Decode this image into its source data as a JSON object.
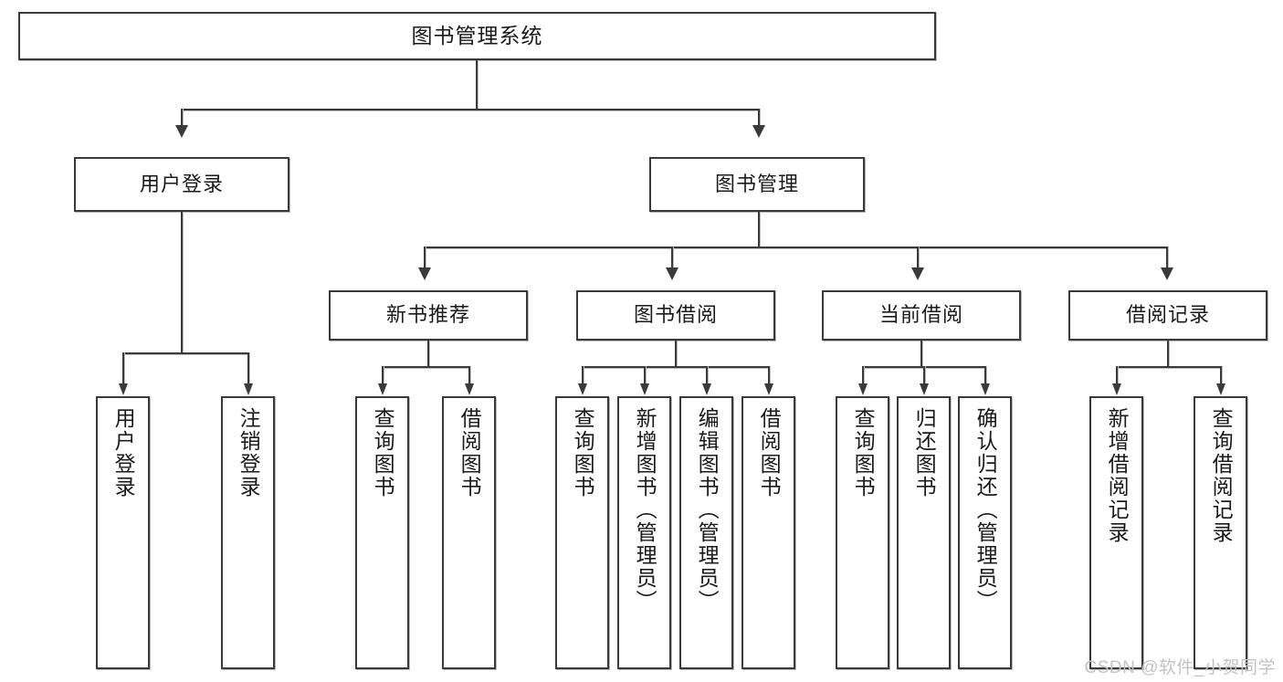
{
  "diagram": {
    "type": "tree-hierarchy-functional-decomposition",
    "title": "图书管理系统",
    "watermark": "CSDN @软件_小贺同学",
    "colors": {
      "stroke": "#3a3a3a",
      "fill": "#ffffff",
      "shadow": "#bdbdbd",
      "text": "#1a1a1a",
      "watermark": "#c3c3c3"
    },
    "nodes": {
      "root": {
        "label": "图书管理系统",
        "level": 1
      },
      "user_login": {
        "label": "用户登录",
        "level": 2
      },
      "book_manage": {
        "label": "图书管理",
        "level": 2
      },
      "new_book_rec": {
        "label": "新书推荐",
        "level": 3
      },
      "book_borrow": {
        "label": "图书借阅",
        "level": 3
      },
      "current_borrow": {
        "label": "当前借阅",
        "level": 3
      },
      "borrow_record": {
        "label": "借阅记录",
        "level": 3
      }
    },
    "leaves": {
      "user_login": [
        {
          "label": "用户登录"
        },
        {
          "label": "注销登录"
        }
      ],
      "new_book_rec": [
        {
          "label": "查询图书"
        },
        {
          "label": "借阅图书"
        }
      ],
      "book_borrow": [
        {
          "label": "查询图书"
        },
        {
          "label": "新增图书（管理员）"
        },
        {
          "label": "编辑图书（管理员）"
        },
        {
          "label": "借阅图书"
        }
      ],
      "current_borrow": [
        {
          "label": "查询图书"
        },
        {
          "label": "归还图书"
        },
        {
          "label": "确认归还（管理员）"
        }
      ],
      "borrow_record": [
        {
          "label": "新增借阅记录"
        },
        {
          "label": "查询借阅记录"
        }
      ]
    }
  }
}
